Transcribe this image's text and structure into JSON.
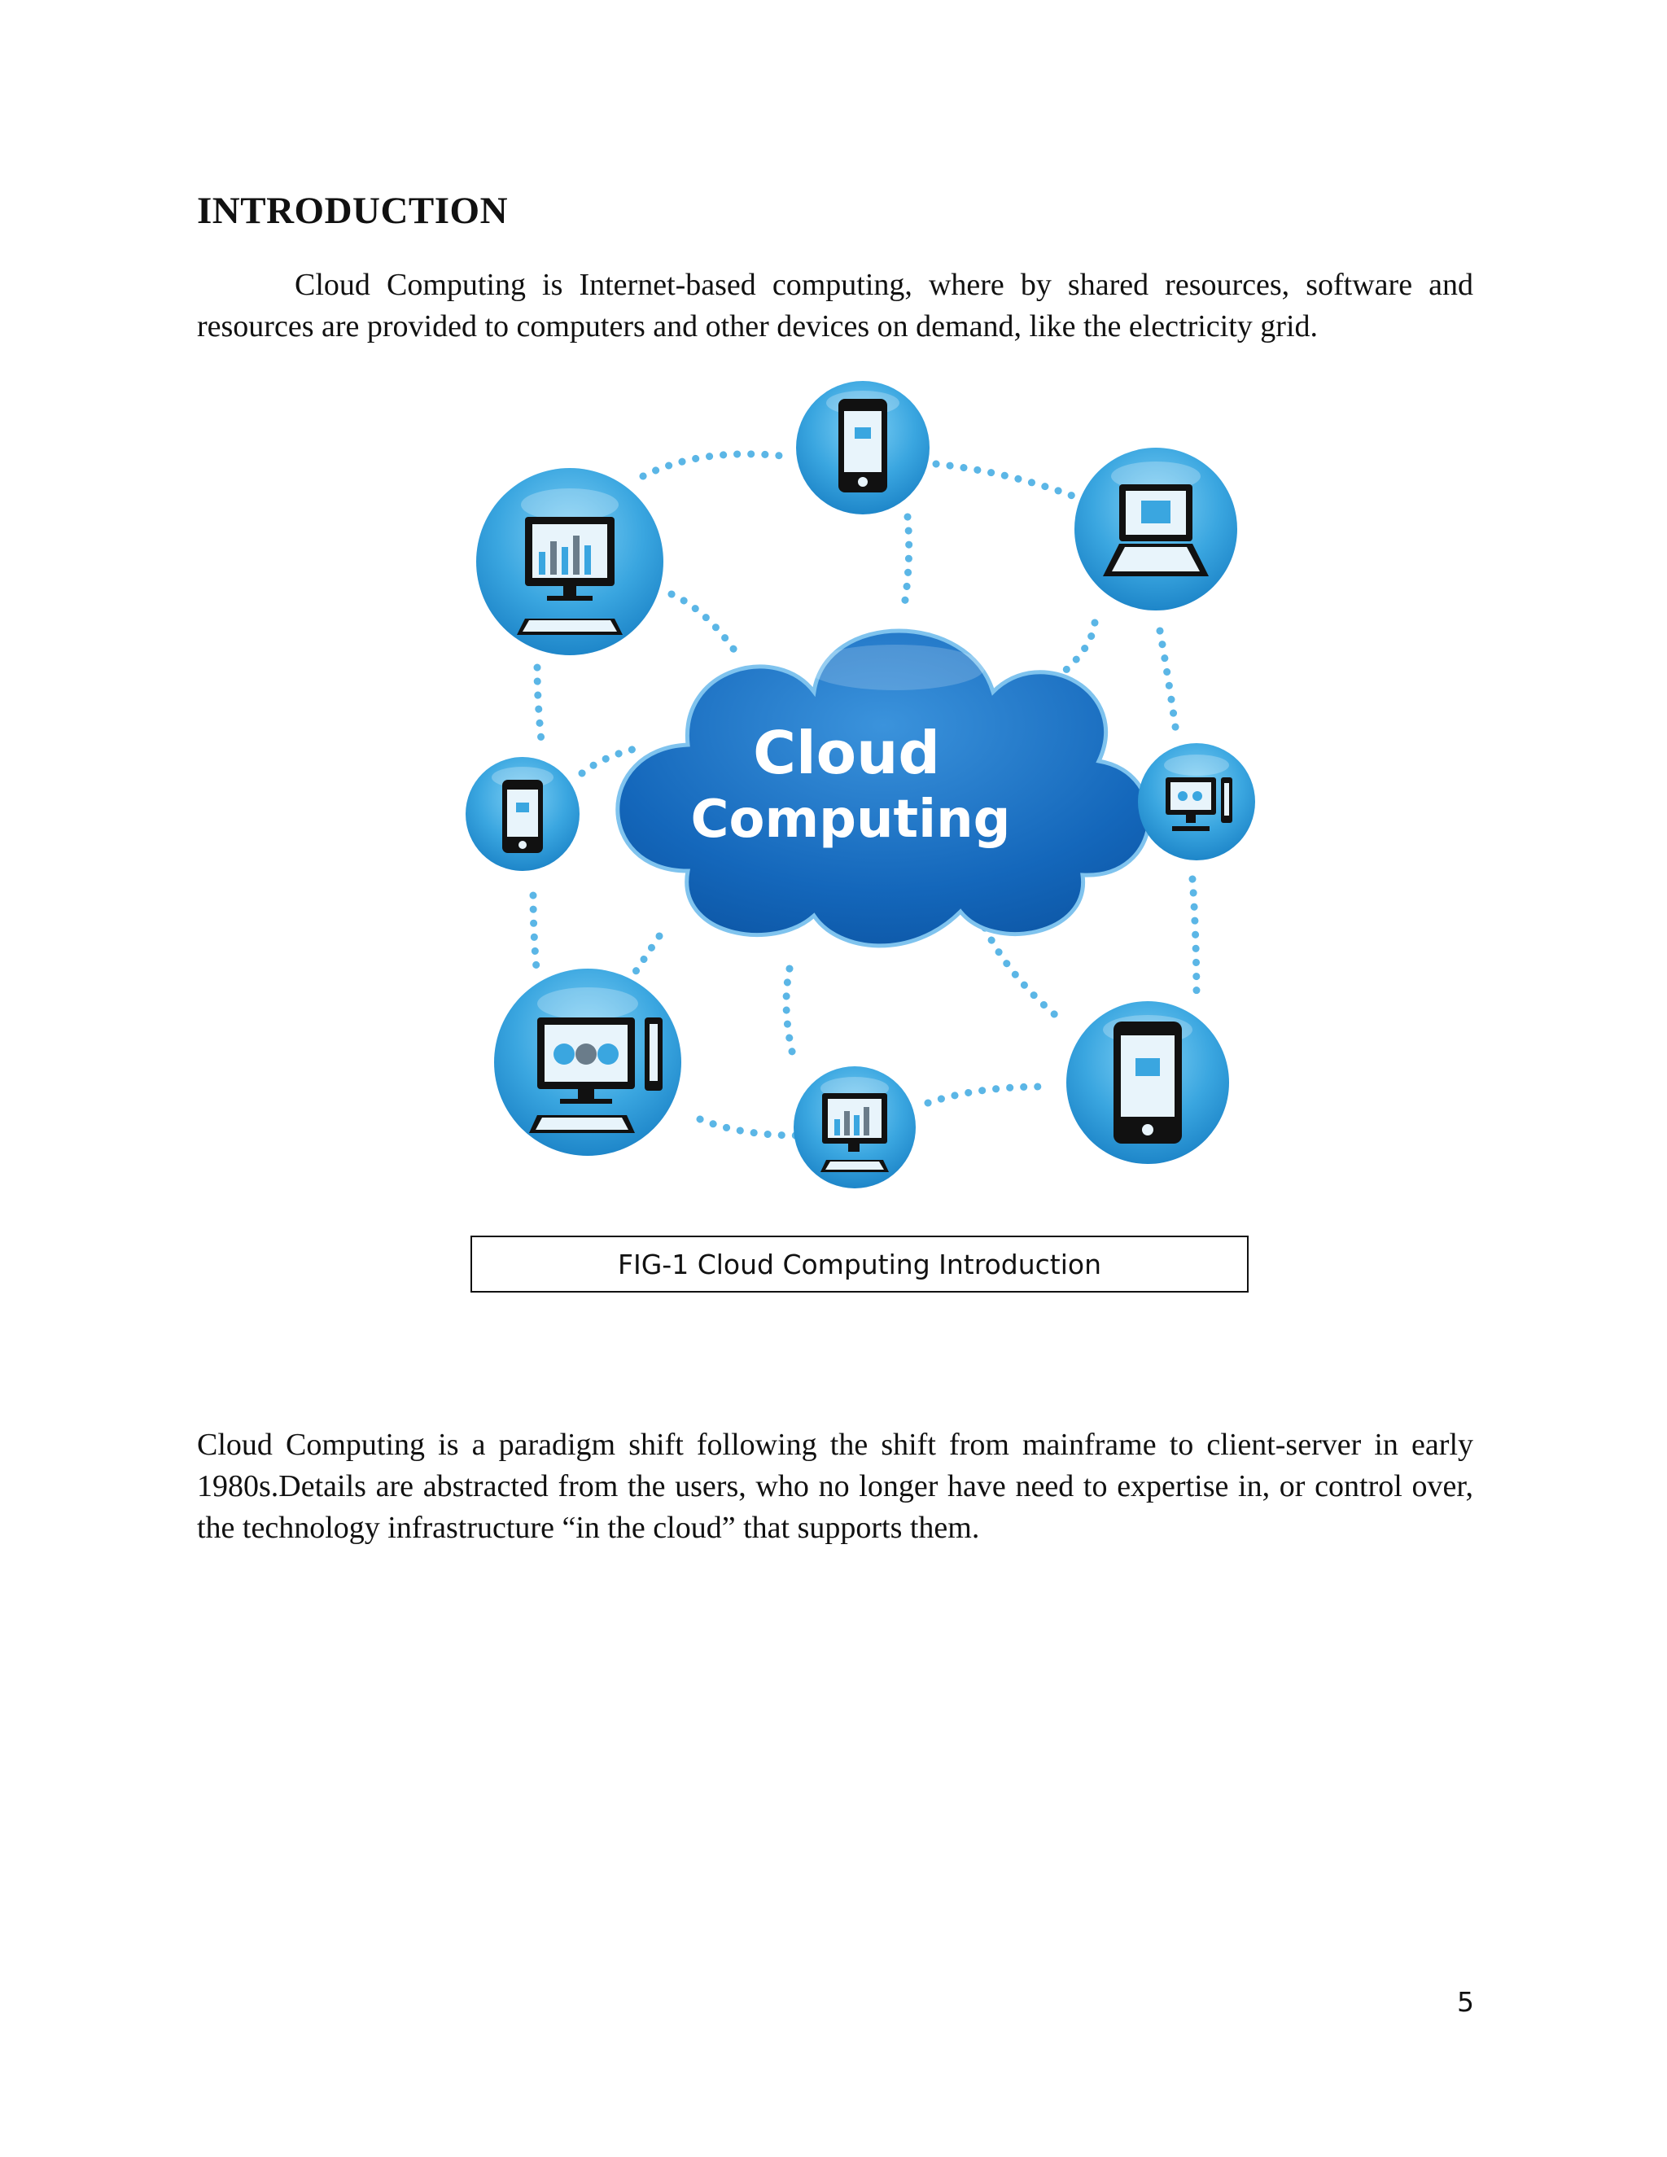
{
  "heading": "INTRODUCTION",
  "paragraph1": "Cloud Computing is Internet-based computing, where by shared resources, software and resources are provided to computers and other devices on demand, like the electricity grid.",
  "figure": {
    "center_line1": "Cloud",
    "center_line2": "Computing",
    "caption": "FIG-1 Cloud Computing Introduction",
    "colors": {
      "circle": "#3fa9e0",
      "cloud": "#1a72c4",
      "dots": "#5bb6e6"
    },
    "nodes": [
      "desktop-monitor-icon",
      "smartphone-icon",
      "laptop-icon",
      "smartphone-icon",
      "desktop-computer-icon",
      "desktop-with-tower-icon",
      "desktop-monitor-icon",
      "smartphone-icon"
    ]
  },
  "paragraph2": "Cloud Computing is a paradigm shift following the shift from mainframe to client-server in early 1980s.Details are abstracted from the users, who no longer have need to expertise in, or control over, the technology infrastructure “in the cloud” that supports them.",
  "page_number": "5"
}
